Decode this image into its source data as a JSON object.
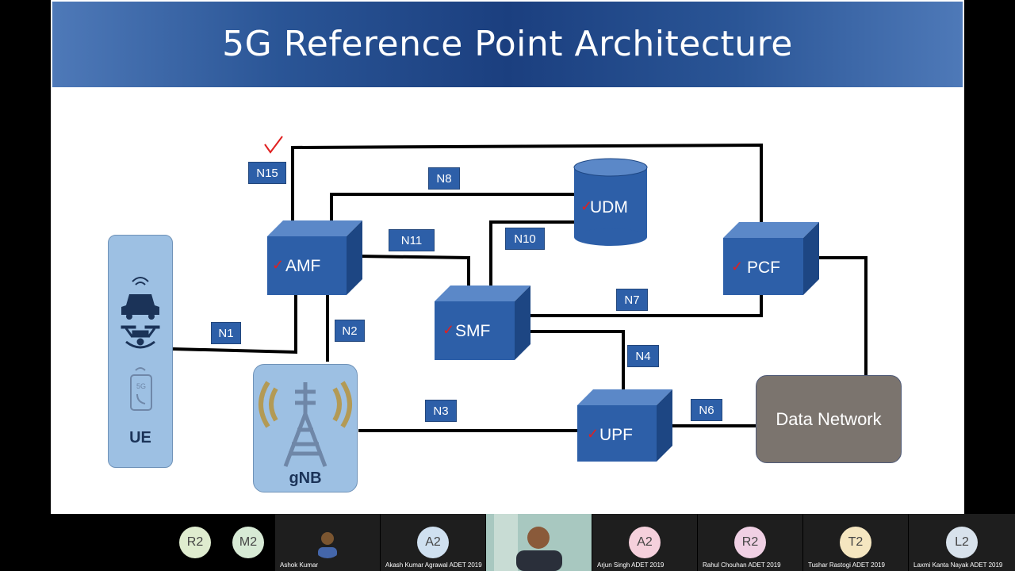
{
  "slide": {
    "title": "5G Reference Point Architecture",
    "nodes": {
      "ue": "UE",
      "gnb": "gNB",
      "amf": "AMF",
      "smf": "SMF",
      "udm": "UDM",
      "pcf": "PCF",
      "upf": "UPF",
      "data_network": "Data Network"
    },
    "interfaces": {
      "n1": "N1",
      "n2": "N2",
      "n3": "N3",
      "n4": "N4",
      "n6": "N6",
      "n7": "N7",
      "n8": "N8",
      "n10": "N10",
      "n11": "N11",
      "n15": "N15"
    },
    "annotation_check": "✓",
    "ue_5g_badge": "5G",
    "colors": {
      "title_dark": "#1b3f7f",
      "node_blue": "#2d5fa8",
      "light_blue": "#9dc0e3",
      "data_network": "#7b746e",
      "annotation_red": "#e02020"
    }
  },
  "participants": [
    {
      "initials": "R2",
      "name": "",
      "color": "#dfeccf"
    },
    {
      "initials": "M2",
      "name": "",
      "color": "#d7ead5"
    },
    {
      "initials": "",
      "name": "Ashok Kumar",
      "color": "#f0e0c8"
    },
    {
      "initials": "A2",
      "name": "Akash Kumar Agrawal ADET 2019",
      "color": "#cfe0f0"
    },
    {
      "initials": "",
      "name": "",
      "color": "#a8c8c0"
    },
    {
      "initials": "A2",
      "name": "Arjun Singh ADET 2019",
      "color": "#f5d0dc"
    },
    {
      "initials": "R2",
      "name": "Rahul Chouhan ADET 2019",
      "color": "#f0d0e4"
    },
    {
      "initials": "T2",
      "name": "Tushar Rastogi ADET 2019",
      "color": "#f5e6c0"
    },
    {
      "initials": "L2",
      "name": "Laxmi Kanta Nayak ADET 2019",
      "color": "#d8e2ec"
    }
  ]
}
